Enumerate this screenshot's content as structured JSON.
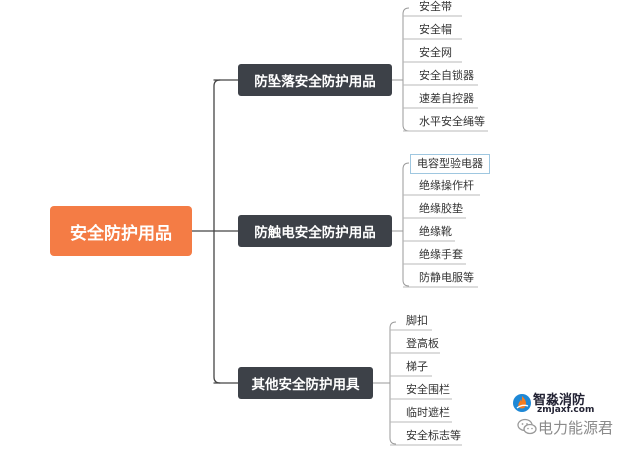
{
  "root": {
    "label": "安全防护用品"
  },
  "categories": [
    {
      "label": "防坠落安全防护用品",
      "items": [
        "安全带",
        "安全帽",
        "安全网",
        "安全自锁器",
        "速差自控器",
        "水平安全绳等"
      ]
    },
    {
      "label": "防触电安全防护用品",
      "items": [
        "电容型验电器",
        "绝缘操作杆",
        "绝缘胶垫",
        "绝缘靴",
        "绝缘手套",
        "防静电服等"
      ]
    },
    {
      "label": "其他安全防护用具",
      "items": [
        "脚扣",
        "登高板",
        "梯子",
        "安全围栏",
        "临时遮栏",
        "安全标志等"
      ]
    }
  ],
  "watermark": {
    "brand": "智淼消防",
    "domain": "zmjaxf.com",
    "account": "电力能源君",
    "icons": [
      "flame-logo-icon",
      "wechat-icon"
    ]
  },
  "colors": {
    "root_fill": "#f47c45",
    "category_fill": "#3d4148",
    "connector": "#444444",
    "leaf_underline": "#b8b8b8",
    "highlight_border": "#9fc7e0"
  }
}
